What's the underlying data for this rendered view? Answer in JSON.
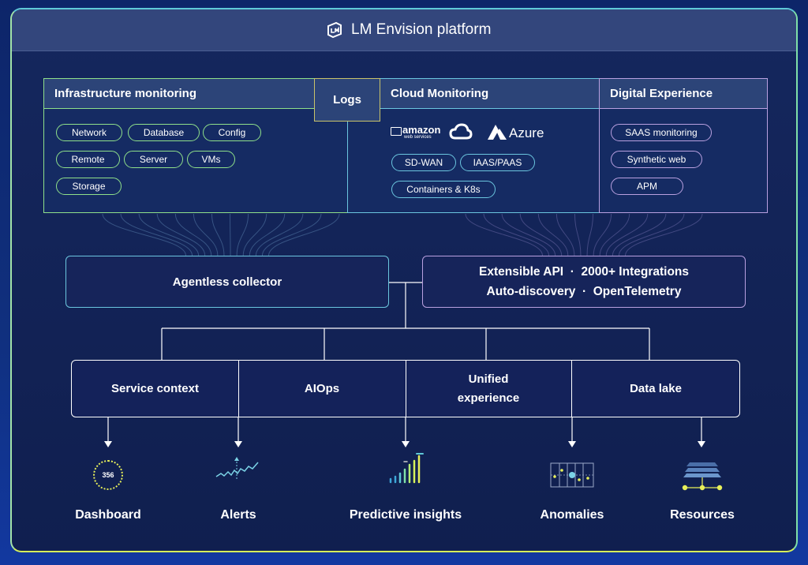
{
  "header": {
    "title": "LM Envision platform",
    "logo_icon": "lm-logo-icon"
  },
  "infra": {
    "title": "Infrastructure monitoring",
    "chips": [
      "Network",
      "Database",
      "Config",
      "Remote",
      "Server",
      "VMs",
      "Storage"
    ]
  },
  "logs": {
    "label": "Logs"
  },
  "cloud": {
    "title": "Cloud Monitoring",
    "providers": {
      "amazon": "amazon",
      "amazon_sub": "web services",
      "azure": "Azure"
    },
    "chips": [
      "SD-WAN",
      "IAAS/PAAS",
      "Containers & K8s"
    ]
  },
  "digital": {
    "title": "Digital Experience",
    "chips": [
      "SAAS monitoring",
      "Synthetic web",
      "APM"
    ]
  },
  "collector": {
    "label": "Agentless collector"
  },
  "api": {
    "line1": "Extensible API  ·  2000+ Integrations",
    "line2": "Auto-discovery  ·  OpenTelemetry"
  },
  "core": {
    "cells": [
      "Service context",
      "AIOps",
      "Unified experience",
      "Data lake"
    ]
  },
  "outputs": {
    "items": [
      "Dashboard",
      "Alerts",
      "Predictive insights",
      "Anomalies",
      "Resources"
    ],
    "dashboard_value": "356"
  },
  "colors": {
    "green": "#8fe08a",
    "cyan": "#6bc6df",
    "purple": "#b9a0e0",
    "yellow": "#e8f05a",
    "topbar": "#33467c"
  }
}
